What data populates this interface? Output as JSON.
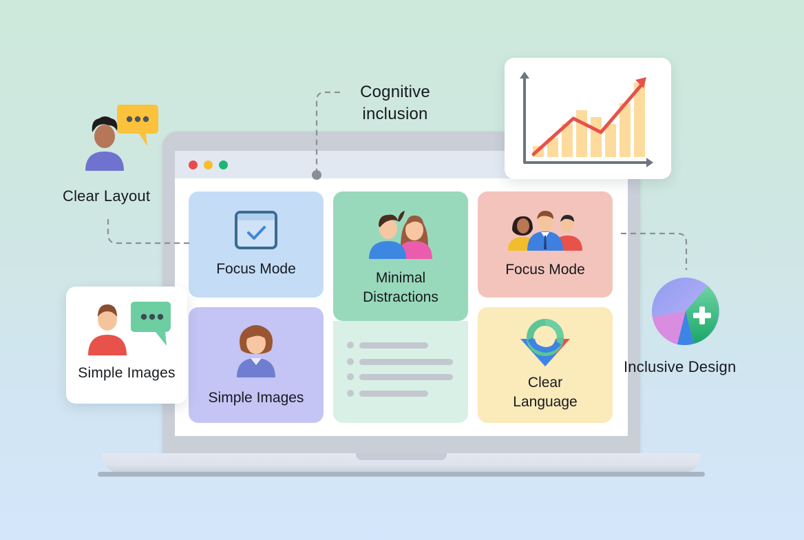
{
  "annotations": {
    "clear_layout": "Clear Layout",
    "cognitive_inclusion_line1": "Cognitive",
    "cognitive_inclusion_line2": "inclusion",
    "inclusive_design": "Inclusive Design",
    "simple_images_panel": "Simple Images"
  },
  "browser": {
    "window_dots": [
      {
        "name": "close",
        "color": "#e94b4b"
      },
      {
        "name": "minimize",
        "color": "#f6be2c"
      },
      {
        "name": "maximize",
        "color": "#1db573"
      }
    ]
  },
  "cards": [
    {
      "id": "focus-mode-1",
      "title": "Focus Mode",
      "icon": "checkbox-window-icon",
      "bg": "#c4dcf6"
    },
    {
      "id": "minimal-distractions",
      "title_line1": "Minimal",
      "title_line2": "Distractions",
      "icon": "two-people-icon",
      "bg": "#99d9bb"
    },
    {
      "id": "focus-mode-2",
      "title": "Focus Mode",
      "icon": "group-of-people-icon",
      "bg": "#f3c4bc"
    },
    {
      "id": "simple-images",
      "title": "Simple Images",
      "icon": "woman-avatar-icon",
      "bg": "#c4c4f5"
    },
    {
      "id": "text-list",
      "icon": "bullet-list-icon",
      "bg": "#d9f0e6",
      "list_lines": 4
    },
    {
      "id": "clear-language",
      "title_line1": "Clear",
      "title_line2": "Language",
      "icon": "chevron-ring-icon",
      "bg": "#fbeaba"
    }
  ],
  "chart_panel": {
    "icon": "rising-bar-chart-icon",
    "bars": [
      1,
      2,
      3,
      4,
      3,
      4,
      5,
      6
    ],
    "trend_color": "#e7524a",
    "bar_color": "#fddb9c"
  },
  "colors": {
    "accent_red": "#e94b4b",
    "accent_yellow": "#f6be2c",
    "accent_green": "#1db573",
    "connector": "#8a8f96"
  }
}
